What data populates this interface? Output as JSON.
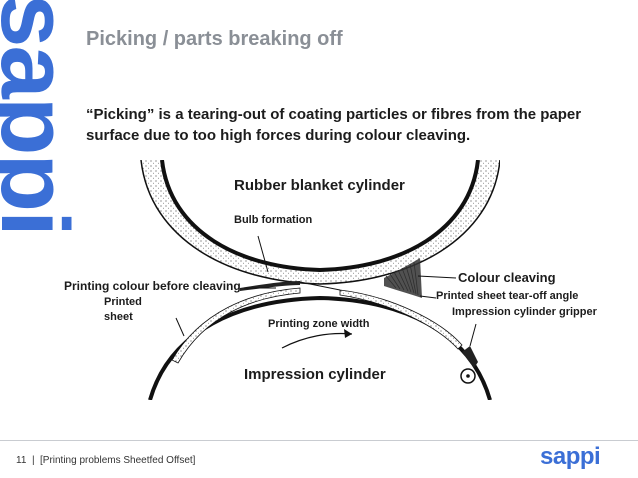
{
  "side_logo": {
    "text": "sappi"
  },
  "slide": {
    "title": "Picking / parts breaking off",
    "intro": "“Picking” is a tearing-out of coating particles or fibres from the paper surface due to too high forces during colour cleaving."
  },
  "diagram": {
    "labels": {
      "rubber_blanket": "Rubber blanket cylinder",
      "bulb_formation": "Bulb formation",
      "printing_colour": "Printing colour before cleaving",
      "printed_sheet": "Printed\nsheet",
      "printing_zone": "Printing zone width",
      "colour_cleaving": "Colour cleaving",
      "tear_off_angle": "Printed sheet tear-off angle",
      "gripper": "Impression cylinder gripper",
      "impression": "Impression cylinder"
    }
  },
  "footer": {
    "page": "11",
    "separator": "|",
    "text": "[Printing problems Sheetfed Offset]",
    "brand": "sappi"
  },
  "colors": {
    "brand_blue": "#3b6fd6",
    "title_gray": "#8a8f96"
  }
}
